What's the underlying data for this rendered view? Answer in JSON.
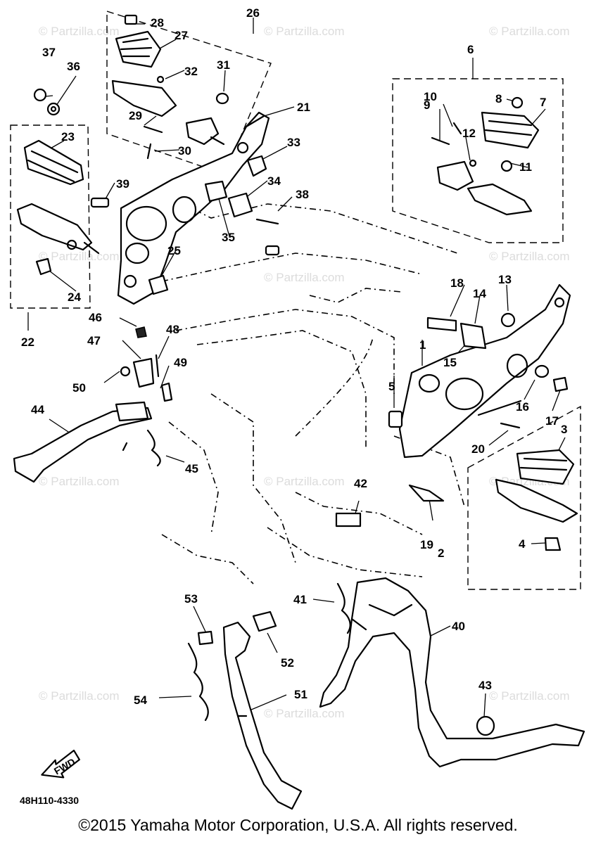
{
  "watermark": "© Partzilla.com",
  "diagram_code": "48H110-4330",
  "fwd_label": "FWD",
  "copyright": "©2015 Yamaha Motor Corporation, U.S.A. All rights reserved.",
  "callouts": [
    "1",
    "2",
    "3",
    "4",
    "5",
    "6",
    "7",
    "8",
    "9",
    "10",
    "11",
    "12",
    "13",
    "14",
    "15",
    "16",
    "17",
    "18",
    "19",
    "20",
    "21",
    "22",
    "23",
    "24",
    "25",
    "26",
    "27",
    "28",
    "29",
    "30",
    "31",
    "32",
    "33",
    "34",
    "35",
    "36",
    "37",
    "38",
    "39",
    "40",
    "41",
    "42",
    "43",
    "44",
    "45",
    "46",
    "47",
    "48",
    "49",
    "50",
    "51",
    "52",
    "53",
    "54"
  ]
}
